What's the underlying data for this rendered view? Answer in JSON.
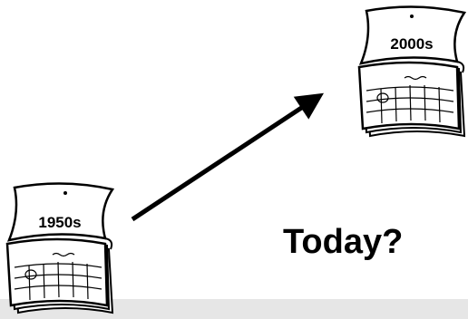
{
  "calendars": [
    {
      "label": "1950s"
    },
    {
      "label": "2000s"
    }
  ],
  "question": "Today?",
  "colors": {
    "ink": "#000000",
    "background": "#ffffff",
    "floor": "#e6e6e6"
  }
}
